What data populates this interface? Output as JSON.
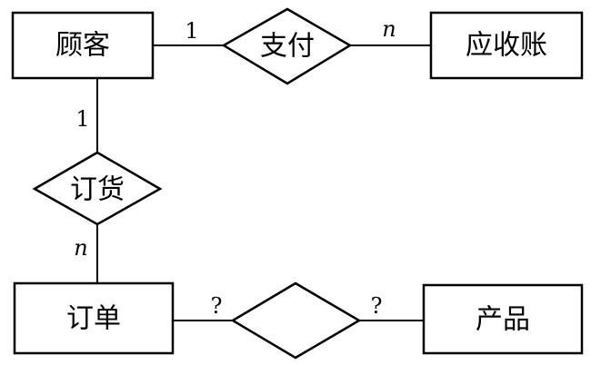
{
  "entities": {
    "customer": "顾客",
    "receivable": "应收账",
    "order": "订单",
    "product": "产品"
  },
  "relationships": {
    "pay": "支付",
    "place_order": "订货",
    "order_product": ""
  },
  "cardinalities": {
    "customer_pay": "1",
    "pay_receivable": "n",
    "customer_place": "1",
    "place_order": "n",
    "order_unknown": "?",
    "product_unknown": "?"
  }
}
